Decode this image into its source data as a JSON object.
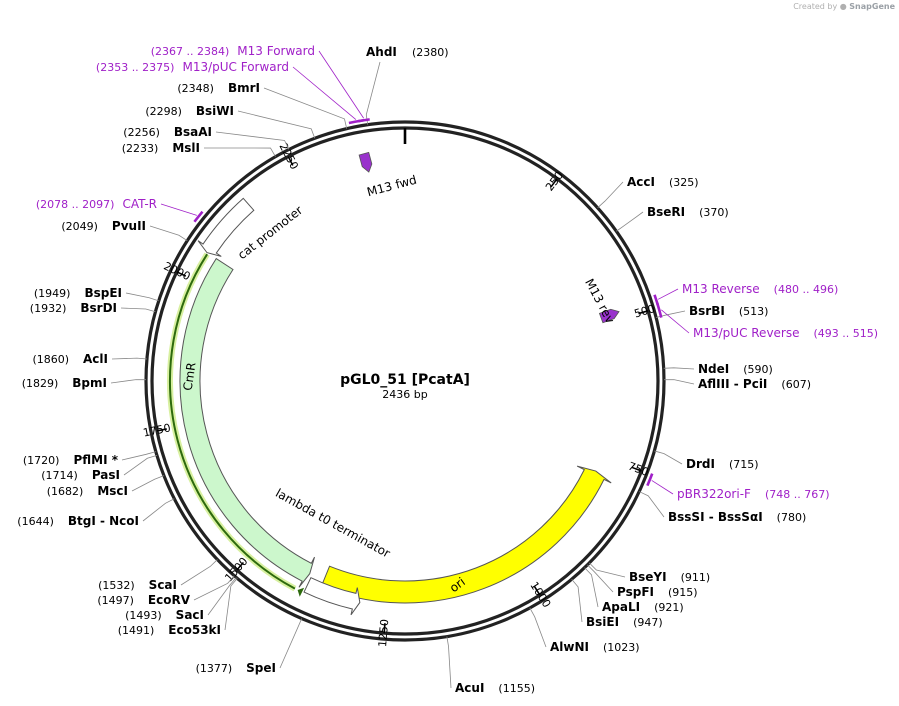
{
  "header": {
    "credit_prefix": "Created by",
    "credit_brand": "SnapGene"
  },
  "plasmid": {
    "name": "pGL0_51 [PcatA]",
    "length_label": "2436 bp",
    "total_bp": 2436
  },
  "ticks": [
    {
      "bp": 250,
      "label": "250"
    },
    {
      "bp": 500,
      "label": "500"
    },
    {
      "bp": 750,
      "label": "750"
    },
    {
      "bp": 1000,
      "label": "1000"
    },
    {
      "bp": 1250,
      "label": "1250"
    },
    {
      "bp": 1500,
      "label": "1500"
    },
    {
      "bp": 1750,
      "label": "1750"
    },
    {
      "bp": 2000,
      "label": "2000"
    },
    {
      "bp": 2250,
      "label": "2250"
    }
  ],
  "features": [
    {
      "name": "ori",
      "start": 780,
      "end": 1368,
      "direction": "reverse",
      "color": "#ffff00",
      "label_color": "#000000"
    },
    {
      "name": "CmR",
      "start": 1396,
      "end": 2050,
      "direction": "reverse",
      "color": "#ccf7cc",
      "label_color": "#000000"
    },
    {
      "name": "cat promoter",
      "start": 2050,
      "end": 2155,
      "direction": "reverse",
      "color": "#ffffff",
      "label_color": "#000000"
    },
    {
      "name": "lambda t0 terminator",
      "start": 1296,
      "end": 1391,
      "direction": "reverse",
      "color": "#ffffff",
      "label_color": "#000000"
    }
  ],
  "small_features": [
    {
      "name": "M13 fwd",
      "bp": 2368,
      "color": "#9933cc"
    },
    {
      "name": "M13 rev",
      "bp": 488,
      "color": "#9933cc"
    }
  ],
  "sites": [
    {
      "name": "AhdI",
      "pos": "(2380)",
      "bp": 2380,
      "color": "#000000"
    },
    {
      "name": "AccI",
      "pos": "(325)",
      "bp": 325,
      "color": "#000000"
    },
    {
      "name": "BseRI",
      "pos": "(370)",
      "bp": 370,
      "color": "#000000"
    },
    {
      "name": "BsrBI",
      "pos": "(513)",
      "bp": 513,
      "color": "#000000"
    },
    {
      "name": "NdeI",
      "pos": "(590)",
      "bp": 590,
      "color": "#000000"
    },
    {
      "name": "AflIII  -  PciI",
      "pos": "(607)",
      "bp": 607,
      "color": "#000000"
    },
    {
      "name": "DrdI",
      "pos": "(715)",
      "bp": 715,
      "color": "#000000"
    },
    {
      "name": "BssSI  -  BssSαI",
      "pos": "(780)",
      "bp": 780,
      "color": "#000000"
    },
    {
      "name": "BseYI",
      "pos": "(911)",
      "bp": 911,
      "color": "#000000"
    },
    {
      "name": "PspFI",
      "pos": "(915)",
      "bp": 915,
      "color": "#000000"
    },
    {
      "name": "ApaLI",
      "pos": "(921)",
      "bp": 921,
      "color": "#000000"
    },
    {
      "name": "BsiEI",
      "pos": "(947)",
      "bp": 947,
      "color": "#000000"
    },
    {
      "name": "AlwNI",
      "pos": "(1023)",
      "bp": 1023,
      "color": "#000000"
    },
    {
      "name": "AcuI",
      "pos": "(1155)",
      "bp": 1155,
      "color": "#000000"
    },
    {
      "name": "SpeI",
      "pos": "(1377)",
      "bp": 1377,
      "color": "#000000"
    },
    {
      "name": "Eco53kI",
      "pos": "(1491)",
      "bp": 1491,
      "color": "#000000"
    },
    {
      "name": "SacI",
      "pos": "(1493)",
      "bp": 1493,
      "color": "#000000"
    },
    {
      "name": "EcoRV",
      "pos": "(1497)",
      "bp": 1497,
      "color": "#000000"
    },
    {
      "name": "ScaI",
      "pos": "(1532)",
      "bp": 1532,
      "color": "#000000"
    },
    {
      "name": "BtgI  -  NcoI",
      "pos": "(1644)",
      "bp": 1644,
      "color": "#000000"
    },
    {
      "name": "MscI",
      "pos": "(1682)",
      "bp": 1682,
      "color": "#000000"
    },
    {
      "name": "PasI",
      "pos": "(1714)",
      "bp": 1714,
      "color": "#000000"
    },
    {
      "name": "PflMI *",
      "pos": "(1720)",
      "bp": 1720,
      "color": "#000000"
    },
    {
      "name": "BpmI",
      "pos": "(1829)",
      "bp": 1829,
      "color": "#000000"
    },
    {
      "name": "AclI",
      "pos": "(1860)",
      "bp": 1860,
      "color": "#000000"
    },
    {
      "name": "BsrDI",
      "pos": "(1932)",
      "bp": 1932,
      "color": "#000000"
    },
    {
      "name": "BspEI",
      "pos": "(1949)",
      "bp": 1949,
      "color": "#000000"
    },
    {
      "name": "PvuII",
      "pos": "(2049)",
      "bp": 2049,
      "color": "#000000"
    },
    {
      "name": "MslI",
      "pos": "(2233)",
      "bp": 2233,
      "color": "#000000"
    },
    {
      "name": "BsaAI",
      "pos": "(2256)",
      "bp": 2256,
      "color": "#000000"
    },
    {
      "name": "BsiWI",
      "pos": "(2298)",
      "bp": 2298,
      "color": "#000000"
    },
    {
      "name": "BmrI",
      "pos": "(2348)",
      "bp": 2348,
      "color": "#000000"
    }
  ],
  "primers": [
    {
      "name": "M13 Forward",
      "range": "(2367 .. 2384)",
      "start": 2367,
      "end": 2384,
      "color": "#a020c8"
    },
    {
      "name": "M13/pUC Forward",
      "range": "(2353 .. 2375)",
      "start": 2353,
      "end": 2375,
      "color": "#a020c8"
    },
    {
      "name": "CAT-R",
      "range": "(2078 .. 2097)",
      "start": 2078,
      "end": 2097,
      "color": "#a020c8"
    },
    {
      "name": "M13 Reverse",
      "range": "(480 .. 496)",
      "start": 480,
      "end": 496,
      "color": "#a020c8"
    },
    {
      "name": "M13/pUC Reverse",
      "range": "(493 .. 515)",
      "start": 493,
      "end": 515,
      "color": "#a020c8"
    },
    {
      "name": "pBR322ori-F",
      "range": "(748 .. 767)",
      "start": 748,
      "end": 767,
      "color": "#a020c8"
    }
  ]
}
